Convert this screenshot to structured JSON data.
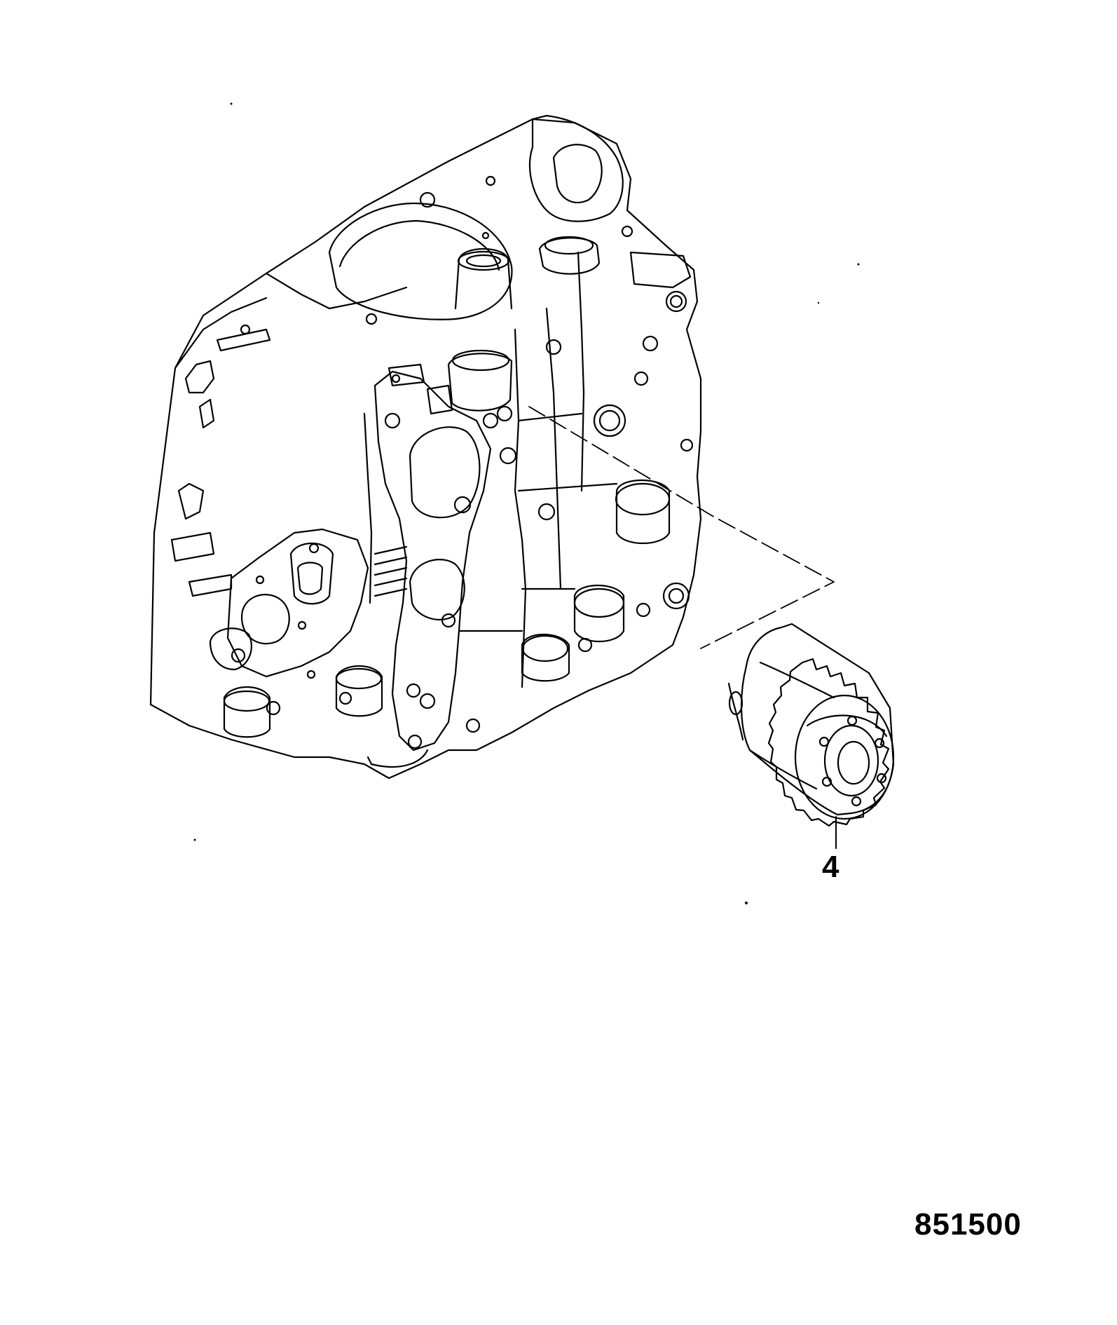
{
  "callouts": {
    "part_number": "4"
  },
  "drawing_number": "851500",
  "colors": {
    "line": "#000000",
    "background": "#ffffff"
  },
  "icons": {
    "engine_block": "engine-block-illustration",
    "gear": "idler-gear-illustration"
  }
}
